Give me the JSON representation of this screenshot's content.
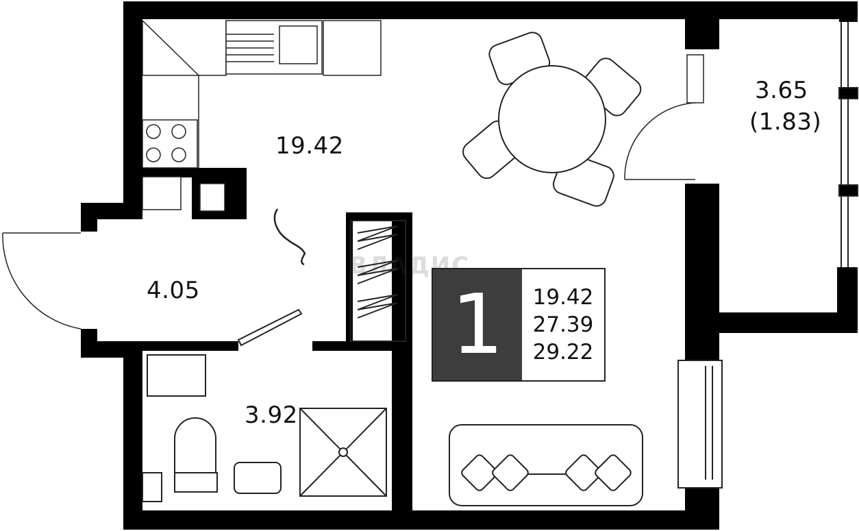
{
  "rooms": {
    "kitchen_living": "19.42",
    "balcony": "3.65",
    "balcony_reduced": "(1.83)",
    "hallway": "4.05",
    "bathroom": "3.92"
  },
  "badge": {
    "rooms_count": "1",
    "living_area": "19.42",
    "total_area": "27.39",
    "total_with_balcony": "29.22"
  },
  "watermark": "ВЛАДИС",
  "colors": {
    "wall": "#000000",
    "badge_dark": "#3d3d3d",
    "furniture_stroke": "#222222"
  }
}
